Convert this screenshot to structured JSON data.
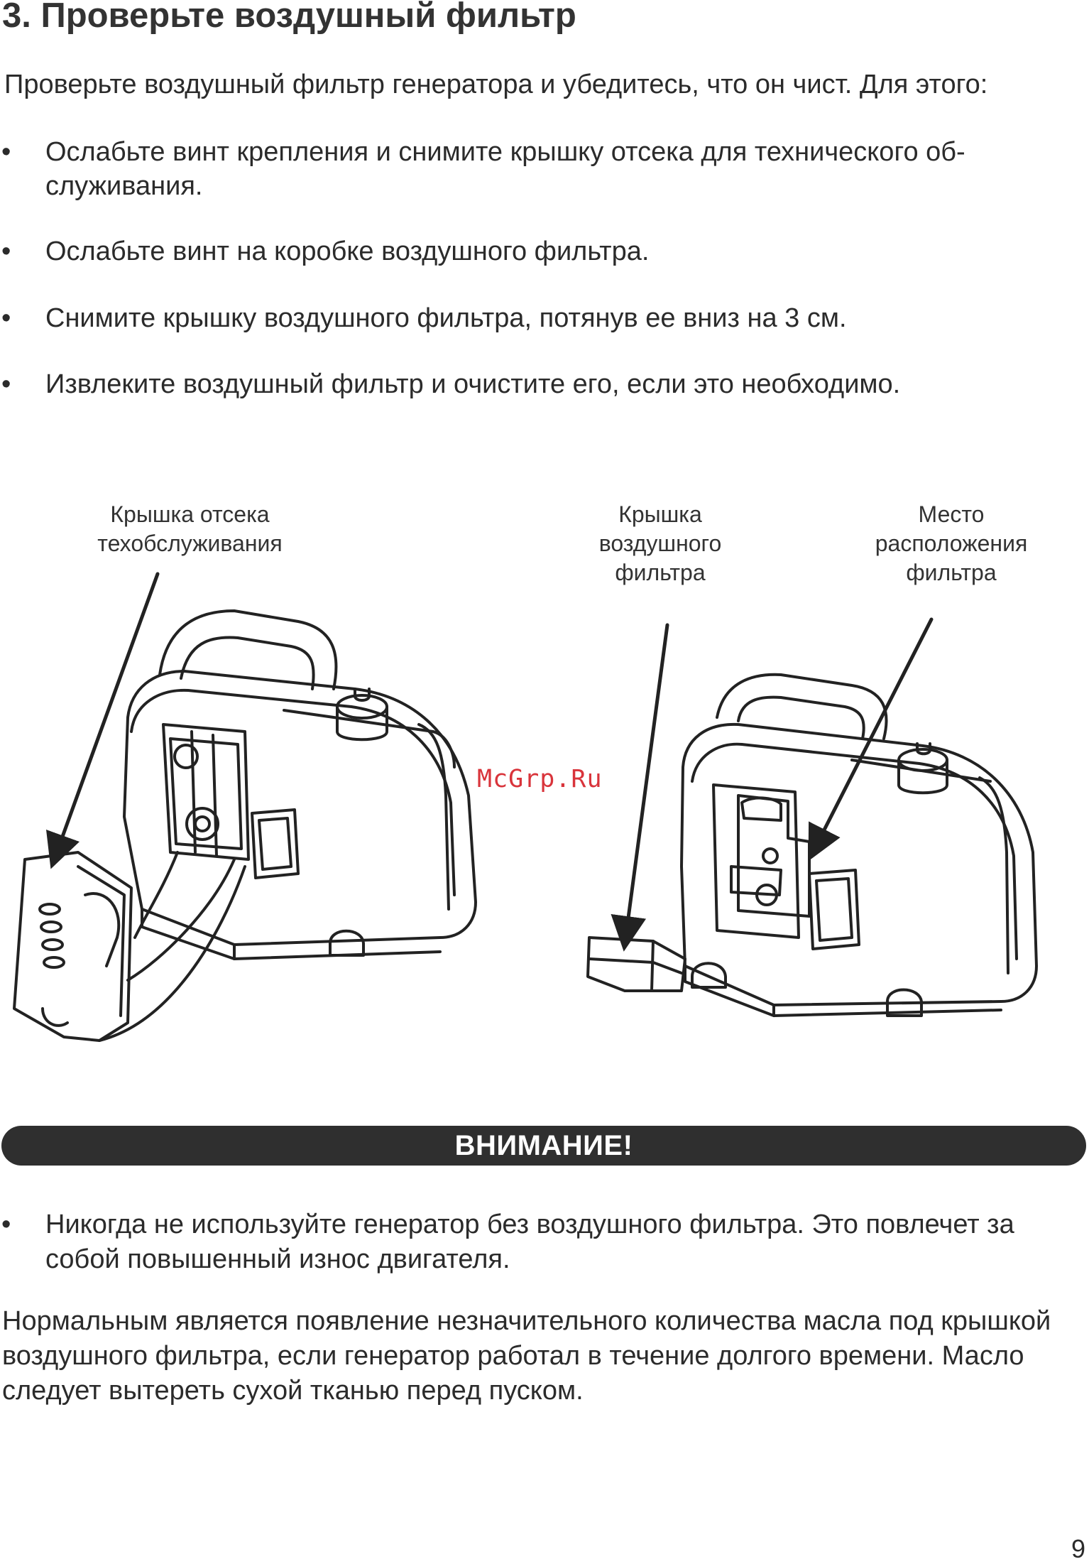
{
  "heading": "3. Проверьте воздушный фильтр",
  "intro": "Проверьте воздушный фильтр генератора и убедитесь, что он чист. Для этого:",
  "bullet_marker": "•",
  "steps": [
    "Ослабьте винт крепления и снимите крышку отсека для технического об-служивания.",
    "Ослабьте винт на коробке воздушного фильтра.",
    "Снимите крышку воздушного фильтра, потянув ее вниз на 3 см.",
    "Извлеките воздушный фильтр и очистите его, если это необходимо."
  ],
  "figure": {
    "label_service_cover": "Крышка отсека\nтехобслуживания",
    "label_filter_cover": "Крышка\nвоздушного\nфильтра",
    "label_filter_location": "Место\nрасположения\nфильтра"
  },
  "watermark": "McGrp.Ru",
  "warning": {
    "title": "ВНИМАНИЕ!",
    "bullet": "Никогда не используйте генератор без воздушного фильтра. Это повлечет за собой повышенный износ двигателя."
  },
  "note": "Нормальным является появление незначительного количества масла под крышкой воздушного фильтра, если генератор работал в течение долгого времени. Масло следует вытереть сухой тканью перед пуском.",
  "page_number": "9",
  "colors": {
    "text": "#2b2b2b",
    "bar": "#2f2f2f",
    "watermark": "#d9343b"
  }
}
